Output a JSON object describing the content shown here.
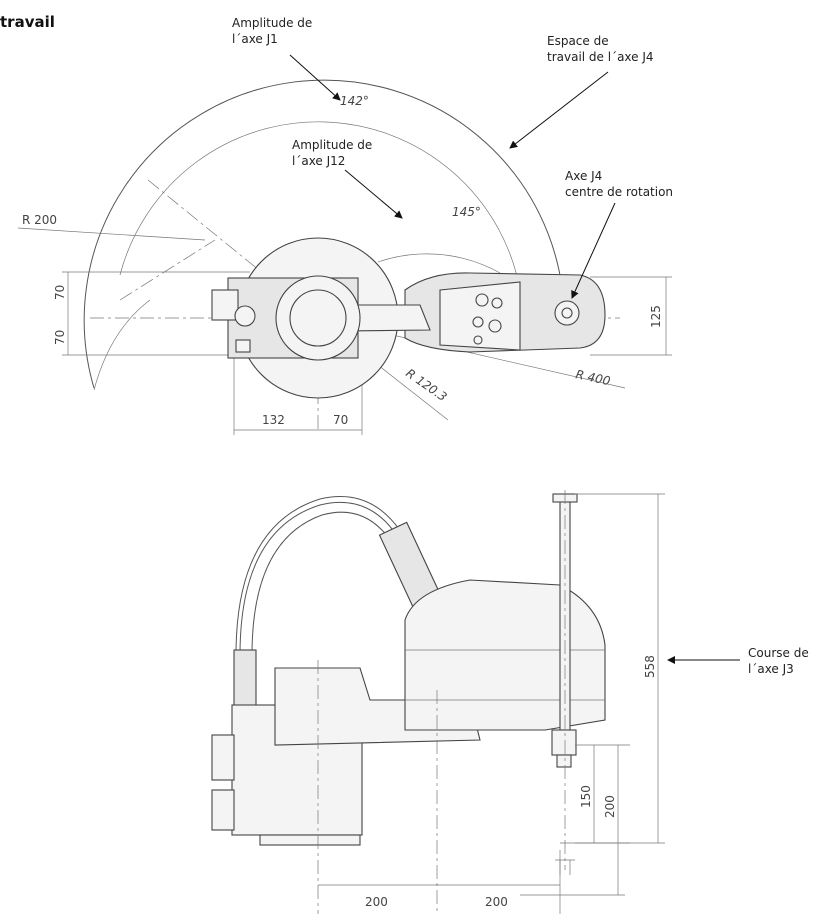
{
  "title": "travail",
  "labels": {
    "j1_range": [
      "Amplitude de",
      "l´axe J1"
    ],
    "j4_workspace": [
      "Espace de",
      "travail de l´axe J4"
    ],
    "j12_range": [
      "Amplitude de",
      "l´axe J12"
    ],
    "j4_center": [
      "Axe J4",
      "centre de rotation"
    ],
    "j3_stroke": [
      "Course de",
      "l´axe J3"
    ]
  },
  "top_view": {
    "angle_j1": "142°",
    "angle_j12": "145°",
    "r200": "R 200",
    "dim_70a": "70",
    "dim_70b": "70",
    "dim_125": "125",
    "dim_132": "132",
    "dim_70c": "70",
    "r120": "R 120.3",
    "r400": "R 400"
  },
  "side_view": {
    "dim_558": "558",
    "dim_150": "150",
    "dim_200v": "200",
    "dim_200a": "200",
    "dim_200b": "200"
  }
}
